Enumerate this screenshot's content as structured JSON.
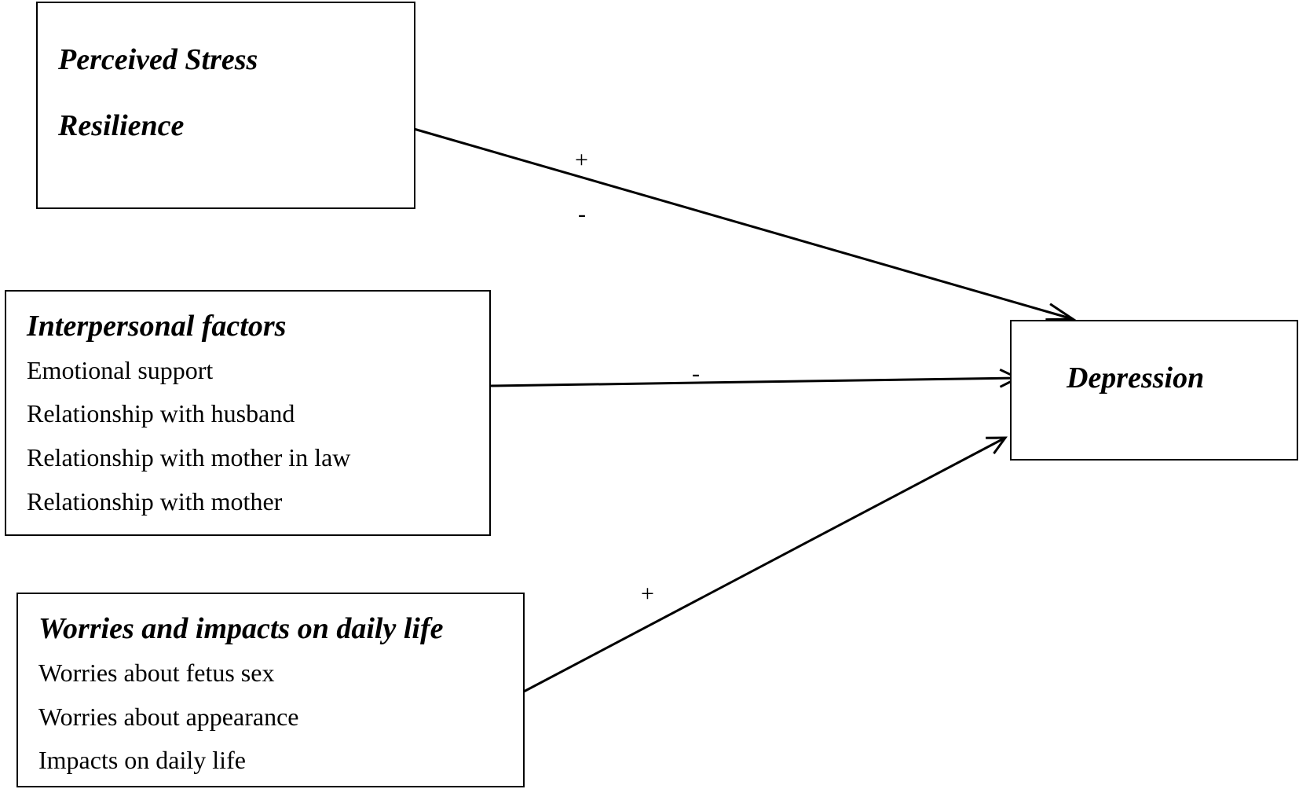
{
  "boxes": {
    "stress": {
      "lines": [
        "Perceived Stress",
        "Resilience"
      ]
    },
    "interpersonal": {
      "title": "Interpersonal factors",
      "items": [
        "Emotional support",
        "Relationship with husband",
        "Relationship with mother in law",
        "Relationship with mother"
      ]
    },
    "worries": {
      "title": "Worries and impacts on daily life",
      "items": [
        "Worries about fetus sex",
        "Worries about appearance",
        "Impacts on daily life"
      ]
    },
    "outcome": {
      "title": "Depression"
    }
  },
  "links": {
    "stress": {
      "signs": [
        "+",
        "-"
      ]
    },
    "interpersonal": {
      "signs": [
        "-"
      ]
    },
    "worries": {
      "signs": [
        "+"
      ]
    }
  }
}
